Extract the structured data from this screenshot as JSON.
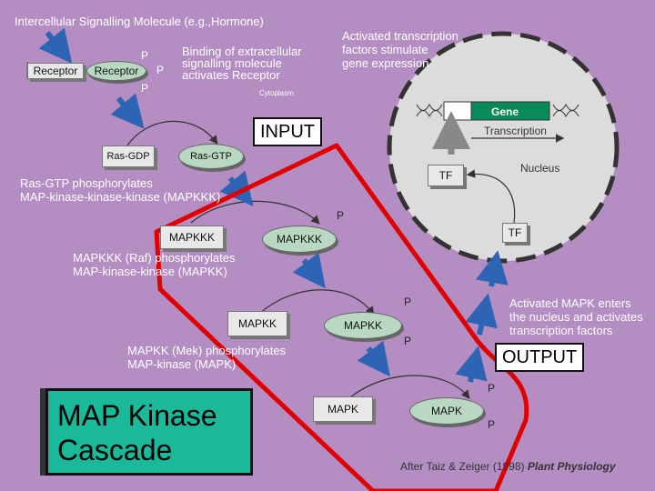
{
  "heading": "Intercellular Signalling Molecule (e.g.,Hormone)",
  "boxes": {
    "receptor_left": "Receptor",
    "receptor_right": "Receptor",
    "ras_gdp": "Ras-GDP",
    "ras_gtp": "Ras-GTP",
    "mapkkk_box": "MAPKKK",
    "mapkkk_oval": "MAPKKK",
    "mapkk_box": "MAPKK",
    "mapkk_oval": "MAPKK",
    "mapk_box": "MAPK",
    "mapk_oval": "MAPK",
    "tf_inner": "TF",
    "tf_outer": "TF",
    "gene": "Gene"
  },
  "phospho": "P",
  "notes": {
    "binding": "Binding of extracellular\nsignalling molecule\nactivates Receptor",
    "cytoplasm": "Cytoplasm",
    "ras_note": "Ras-GTP phosphorylates\nMAP-kinase-kinase-kinase (MAPKKK)",
    "raf_note": "MAPKKK (Raf) phosphorylates\nMAP-kinase-kinase (MAPKK)",
    "mek_note": "MAPKK (Mek) phosphorylates\nMAP-kinase (MAPK)",
    "activated_tf": "Activated transcription\nfactors stimulate\ngene expression",
    "transcription": "Transcription",
    "nucleus": "Nucleus",
    "activated_mapk": "Activated MAPK enters\nthe nucleus and activates\ntranscription factors"
  },
  "labels": {
    "input": "INPUT",
    "output": "OUTPUT"
  },
  "title": "MAP Kinase\nCascade",
  "citation": {
    "prefix": "After Taiz & Zeiger (1998) ",
    "journal": "Plant Physiology"
  },
  "colors": {
    "background": "#b48dc2",
    "arrow": "#2d64b4",
    "outline": "#e00000",
    "title_fill": "#1ab99a",
    "oval_fill": "#b9d8c2",
    "gene_fill": "#0a8a5a",
    "nucleus": "#dcdcdc"
  }
}
